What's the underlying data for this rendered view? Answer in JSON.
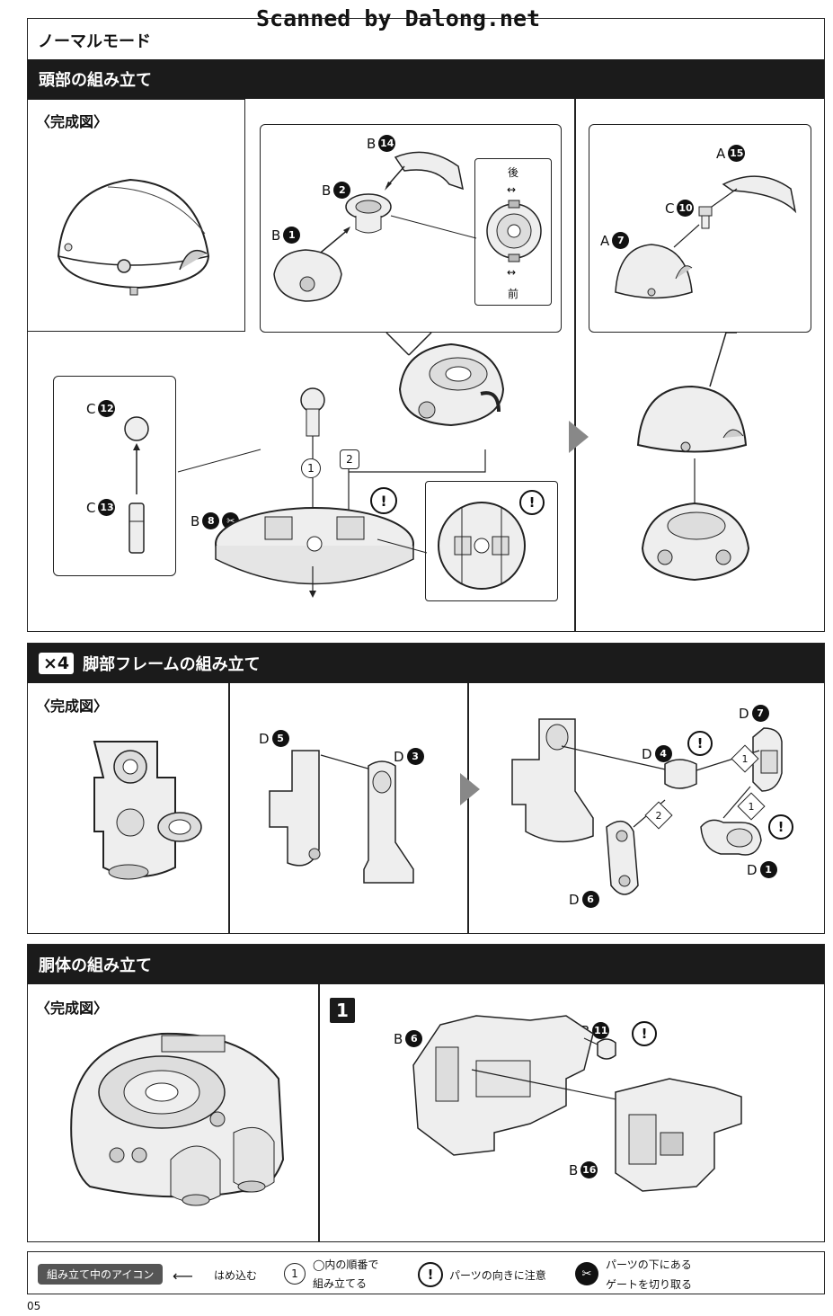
{
  "watermark": "Scanned by Dalong.net",
  "mode_title": "ノーマルモード",
  "page_number": "05",
  "completed_label": "〈完成図〉",
  "head": {
    "title": "頭部の組み立て",
    "parts_top": [
      {
        "letter": "B",
        "num": "14"
      },
      {
        "letter": "B",
        "num": "2"
      },
      {
        "letter": "B",
        "num": "1"
      }
    ],
    "orientation": {
      "back": "後",
      "front": "前"
    },
    "parts_right": [
      {
        "letter": "A",
        "num": "15"
      },
      {
        "letter": "C",
        "num": "10"
      },
      {
        "letter": "A",
        "num": "7"
      }
    ],
    "parts_pin": [
      {
        "letter": "C",
        "num": "12"
      },
      {
        "letter": "C",
        "num": "13"
      }
    ],
    "base_part": {
      "letter": "B",
      "num": "8"
    },
    "order": [
      "1",
      "2"
    ]
  },
  "leg": {
    "multiplier": "×4",
    "title": "脚部フレームの組み立て",
    "parts_mid": [
      {
        "letter": "D",
        "num": "5"
      },
      {
        "letter": "D",
        "num": "3"
      }
    ],
    "parts_right": [
      {
        "letter": "D",
        "num": "7"
      },
      {
        "letter": "D",
        "num": "4"
      },
      {
        "letter": "D",
        "num": "1"
      },
      {
        "letter": "D",
        "num": "6"
      }
    ],
    "order": [
      "1",
      "1",
      "2"
    ]
  },
  "body": {
    "title": "胴体の組み立て",
    "step": "1",
    "parts": [
      {
        "letter": "B",
        "num": "11"
      },
      {
        "letter": "B",
        "num": "6"
      },
      {
        "letter": "B",
        "num": "16"
      }
    ]
  },
  "legend": {
    "icons_label": "組み立て中のアイコン",
    "push_in": "はめ込む",
    "order_line1": "◯内の順番で",
    "order_line2": "組み立てる",
    "order_num": "1",
    "caution": "パーツの向きに注意",
    "cut_line1": "パーツの下にある",
    "cut_line2": "ゲートを切り取る"
  }
}
